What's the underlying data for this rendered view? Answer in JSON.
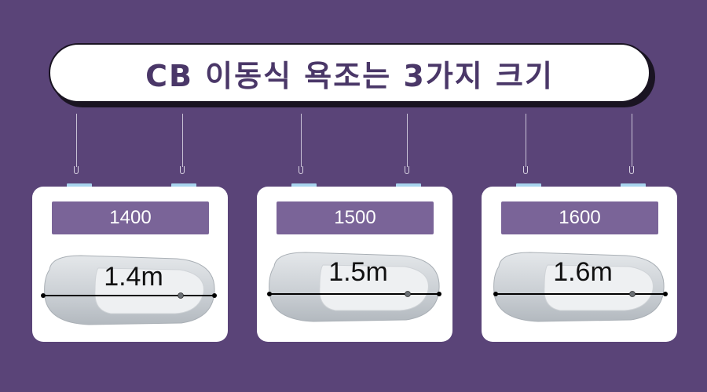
{
  "banner": {
    "title": "CB 이동식 욕조는 3가지 크기"
  },
  "sizes": [
    {
      "label": "1400",
      "length": "1.4m"
    },
    {
      "label": "1500",
      "length": "1.5m"
    },
    {
      "label": "1600",
      "length": "1.6m"
    }
  ],
  "colors": {
    "background": "#5a4478",
    "banner_text": "#4a3768",
    "size_pill": "#7a6498",
    "clip": "#a8d4ee"
  }
}
